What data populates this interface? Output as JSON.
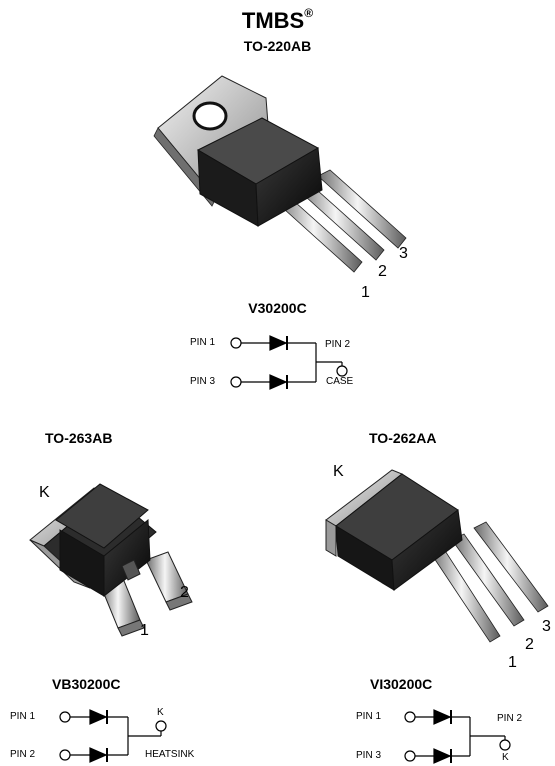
{
  "header": {
    "brand": "TMBS",
    "brand_mark": "®",
    "package_top": "TO-220AB"
  },
  "to220": {
    "pins": [
      "1",
      "2",
      "3"
    ],
    "part": "V30200C",
    "schematic": {
      "in1": "PIN 1",
      "in2": "PIN 3",
      "out": "PIN 2",
      "out_sub": "CASE"
    }
  },
  "to263": {
    "package": "TO-263AB",
    "k_label": "K",
    "pins": [
      "1",
      "2"
    ],
    "part": "VB30200C",
    "schematic": {
      "in1": "PIN 1",
      "in2": "PIN 2",
      "out": "K",
      "out_sub": "HEATSINK"
    }
  },
  "to262": {
    "package": "TO-262AA",
    "k_label": "K",
    "pins": [
      "1",
      "2",
      "3"
    ],
    "part": "VI30200C",
    "schematic": {
      "in1": "PIN 1",
      "in2": "PIN 3",
      "out": "PIN 2",
      "out_sub": "K"
    }
  }
}
